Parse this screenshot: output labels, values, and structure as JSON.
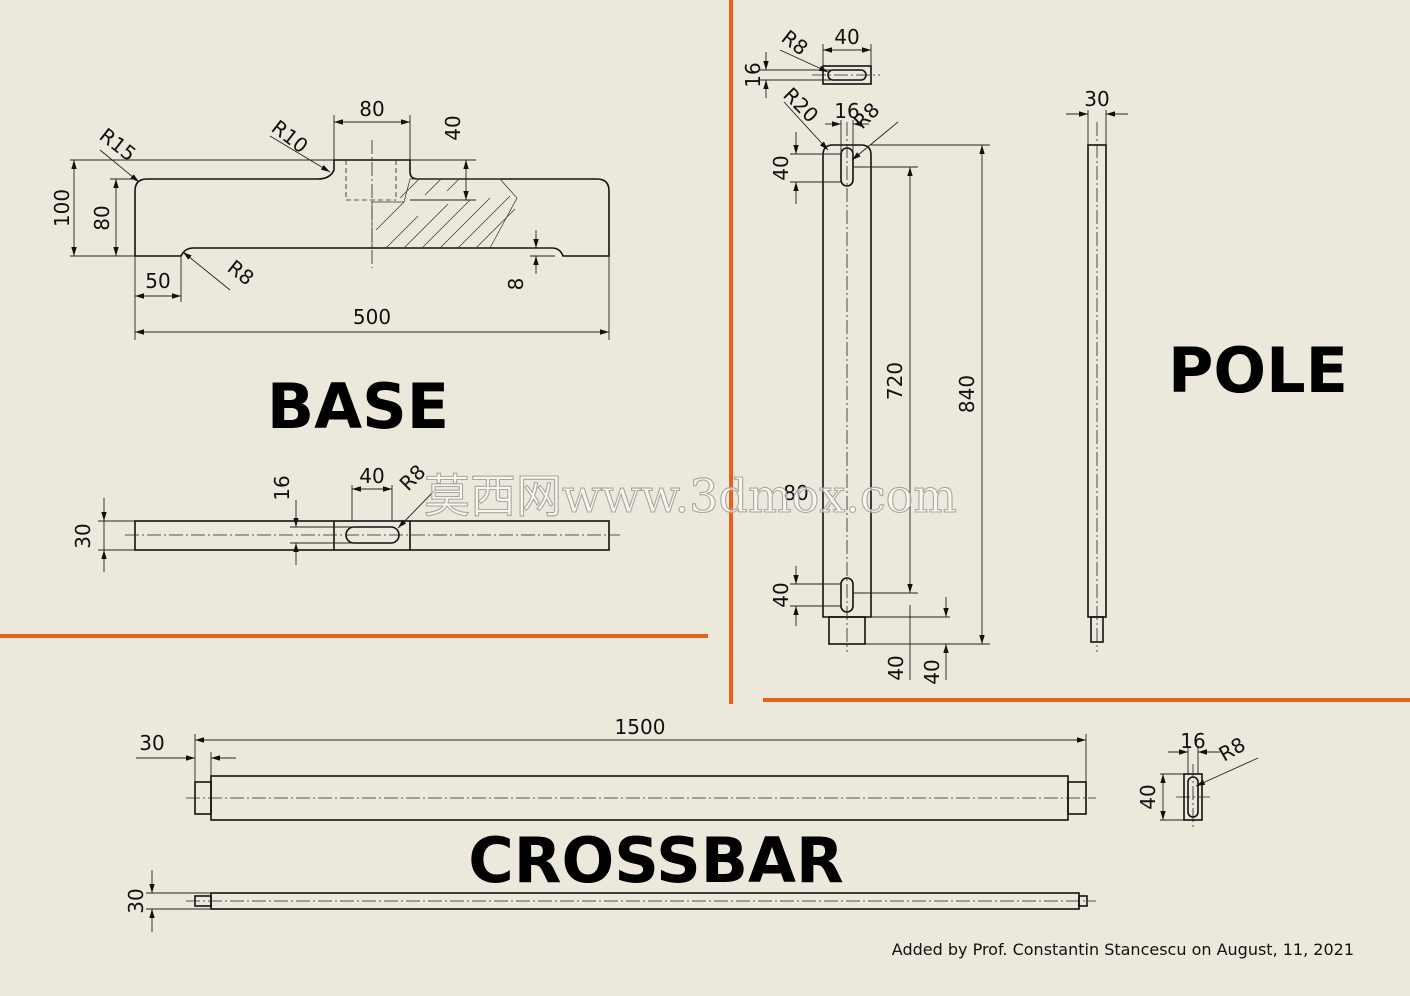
{
  "colors": {
    "background": "#ece9dc",
    "divider": "#e8601c",
    "line": "#111111"
  },
  "base": {
    "title": "BASE",
    "dims": {
      "r15": "R15",
      "r10": "R10",
      "w80": "80",
      "h40": "40",
      "h100": "100",
      "h80": "80",
      "w50": "50",
      "r8": "R8",
      "d8": "8",
      "w500": "500",
      "t30": "30",
      "t16": "16",
      "t40": "40",
      "tr8": "R8"
    }
  },
  "pole": {
    "title": "POLE",
    "dims": {
      "top_r8": "R8",
      "top_40": "40",
      "top_16": "16",
      "r20": "R20",
      "w16": "16",
      "r8": "R8",
      "h40a": "40",
      "d720": "720",
      "d840": "840",
      "d80": "80",
      "h40b": "40",
      "b40a": "40",
      "b40b": "40",
      "w30": "30"
    }
  },
  "crossbar": {
    "title": "CROSSBAR",
    "dims": {
      "d1500": "1500",
      "d30": "30",
      "t30": "30",
      "e16": "16",
      "er8": "R8",
      "e40": "40"
    }
  },
  "watermark": "莫西网www.3dmox.com",
  "credit": "Added by Prof. Constantin Stancescu on August, 11, 2021"
}
